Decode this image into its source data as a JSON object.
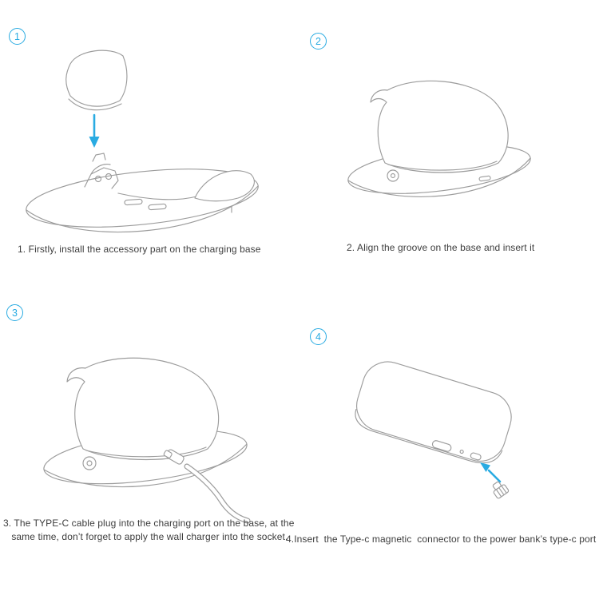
{
  "page": {
    "background_color": "#ffffff",
    "accent_color": "#29abe2",
    "sketch_line_color": "#9c9c9c",
    "text_color": "#3d3d3d"
  },
  "steps": [
    {
      "number": "1",
      "caption": "1. Firstly, install the accessory part on the charging base",
      "illustration": "accessory-part-above-charging-base-with-down-arrow"
    },
    {
      "number": "2",
      "caption": "2. Align the groove on the base and insert it",
      "illustration": "assembled-charging-base-with-back-support"
    },
    {
      "number": "3",
      "caption": "3. The TYPE-C cable plug into the charging port on the base, at the\n   same time, don’t forget to apply the wall charger into the socket.",
      "illustration": "charging-base-with-type-c-cable-plugged-in"
    },
    {
      "number": "4",
      "caption": "4.Insert  the Type-c magnetic  connector to the power bank’s type-c port",
      "illustration": "power-bank-with-magnetic-connector-and-arrow"
    }
  ]
}
